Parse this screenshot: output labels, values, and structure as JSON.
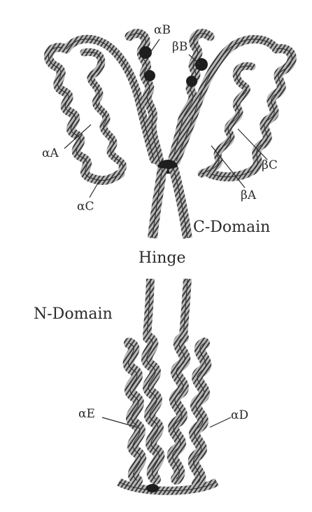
{
  "labels": {
    "alpha_a": "αA",
    "alpha_b": "αB",
    "alpha_c": "αC",
    "alpha_d": "αD",
    "alpha_e": "αE",
    "beta_a": "βA",
    "beta_b": "βB",
    "beta_c": "βC",
    "c_domain": "C-Domain",
    "hinge": "Hinge",
    "n_domain": "N-Domain"
  },
  "colors": {
    "background": "#ffffff",
    "ribbon_fill": "#9a9a9a",
    "ribbon_stroke": "#2a2a2a",
    "text": "#2b2b2b"
  }
}
